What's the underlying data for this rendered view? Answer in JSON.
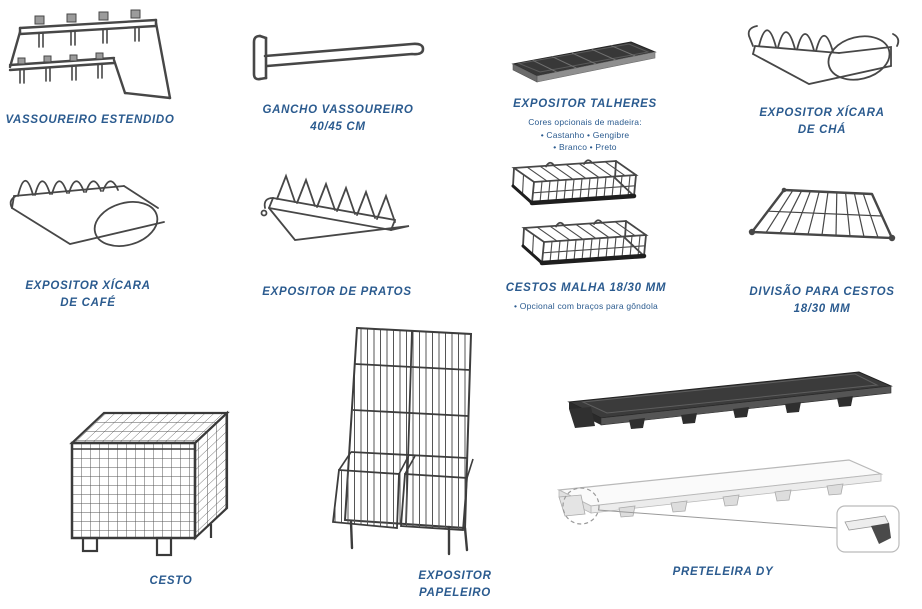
{
  "page": {
    "background": "#ffffff",
    "accent": "#2b5b8f",
    "wire_color": "#474747"
  },
  "products": [
    {
      "name": "vassoureiro-estendido",
      "label": [
        "VASSOUREIRO ESTENDIDO"
      ]
    },
    {
      "name": "gancho-vassoureiro",
      "label": [
        "GANCHO VASSOUREIRO",
        "40/45 CM"
      ]
    },
    {
      "name": "expositor-talheres",
      "label": [
        "EXPOSITOR TALHERES"
      ],
      "notes": [
        "Cores opcionais de madeira:",
        "• Castanho  • Gengibre",
        "• Branco  • Preto"
      ]
    },
    {
      "name": "expositor-xicara-de-cha",
      "label": [
        "EXPOSITOR XÍCARA",
        "DE CHÁ"
      ]
    },
    {
      "name": "expositor-xicara-de-cafe",
      "label": [
        "EXPOSITOR XÍCARA",
        "DE CAFÉ"
      ]
    },
    {
      "name": "expositor-de-pratos",
      "label": [
        "EXPOSITOR DE PRATOS"
      ]
    },
    {
      "name": "cestos-malha",
      "label": [
        "CESTOS MALHA 18/30 MM"
      ],
      "notes": [
        "• Opcional com braços para gôndola"
      ]
    },
    {
      "name": "divisao-para-cestos",
      "label": [
        "DIVISÃO PARA CESTOS",
        "18/30 MM"
      ]
    },
    {
      "name": "cesto",
      "label": [
        "CESTO"
      ]
    },
    {
      "name": "expositor-papeleiro",
      "label": [
        "EXPOSITOR",
        "PAPELEIRO"
      ]
    },
    {
      "name": "preteleira-dy",
      "label": [
        "PRETELEIRA DY"
      ]
    }
  ]
}
